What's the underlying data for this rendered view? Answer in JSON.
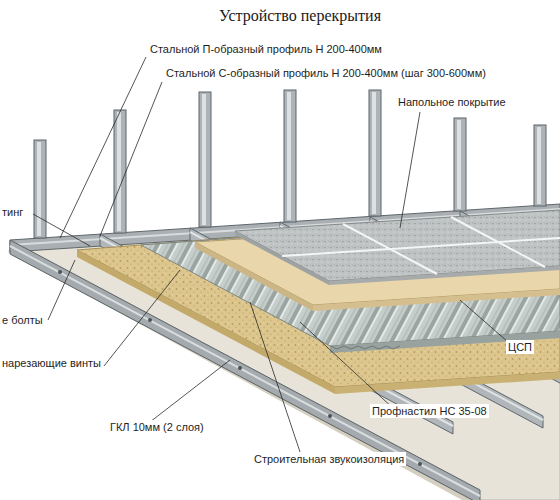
{
  "diagram": {
    "title": "Устройство перекрытия",
    "labels": [
      "Стальной П-образный профиль Н 200-400мм",
      "Стальной С-образный профиль Н 200-400мм (шаг 300-600мм)",
      "Напольное покрытие",
      "тинг",
      "е болты",
      "нарезающие винты",
      "ЦСП",
      "Профнастил НС 35-08",
      "ГКЛ 10мм (2 слоя)",
      "Строительная звукоизоляция"
    ]
  }
}
